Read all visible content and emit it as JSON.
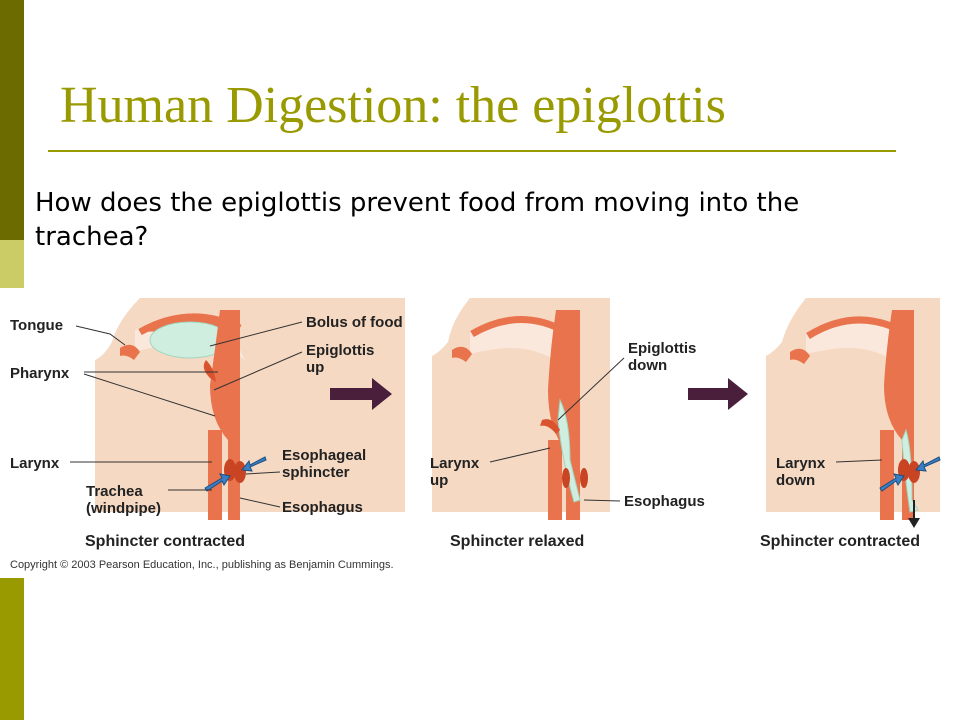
{
  "slide": {
    "title": "Human Digestion: the epiglottis",
    "question": "How does the epiglottis prevent food from moving into the trachea?",
    "colors": {
      "title": "#999900",
      "bar_dark": "#6b6b00",
      "bar_light": "#cccc66",
      "bar_mid": "#999900"
    }
  },
  "diagram": {
    "panel1": {
      "labels": {
        "tongue": "Tongue",
        "pharynx": "Pharynx",
        "larynx": "Larynx",
        "trachea_1": "Trachea",
        "trachea_2": "(windpipe)",
        "bolus_1": "Bolus of food",
        "epiglottis_1": "Epiglottis",
        "epiglottis_2": "up",
        "sphincter_1": "Esophageal",
        "sphincter_2": "sphincter",
        "esophagus": "Esophagus"
      },
      "caption": "Sphincter contracted"
    },
    "panel2": {
      "labels": {
        "epiglottis_1": "Epiglottis",
        "epiglottis_2": "down",
        "larynx_1": "Larynx",
        "larynx_2": "up",
        "esophagus": "Esophagus"
      },
      "caption": "Sphincter relaxed"
    },
    "panel3": {
      "labels": {
        "larynx_1": "Larynx",
        "larynx_2": "down"
      },
      "caption": "Sphincter contracted"
    },
    "copyright": "Copyright © 2003 Pearson Education, Inc., publishing as Benjamin Cummings."
  }
}
